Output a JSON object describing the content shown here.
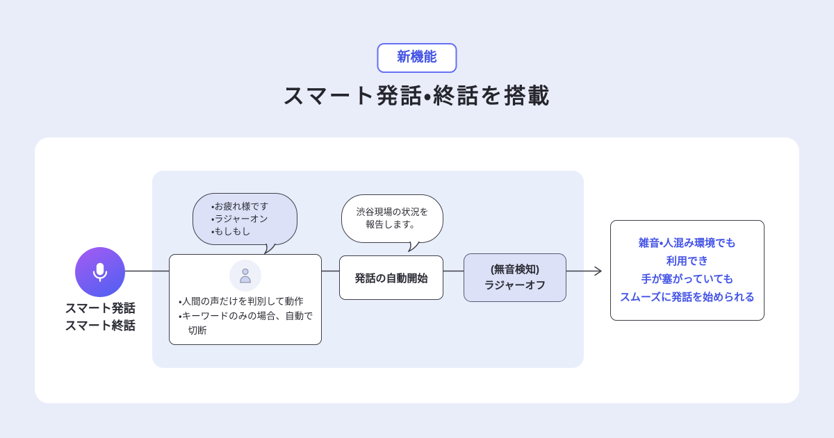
{
  "colors": {
    "page-bg": "#e9edf9",
    "card-bg": "#ffffff",
    "panel-bg": "#e9eefb",
    "outline": "#3f4049",
    "accent-blue": "#4353e6",
    "badge-border": "#6470f4",
    "lavender-fill": "#dce1f7",
    "mic-gradient-start": "#9d5cf3",
    "mic-gradient-end": "#5a5ff2",
    "title-color": "#25252d"
  },
  "header": {
    "badge": "新機能",
    "title": "スマート発話・終話を搭載"
  },
  "diagram": {
    "source": {
      "icon": "microphone-icon",
      "label_line1": "スマート発話",
      "label_line2": "スマート終話"
    },
    "bubble_keywords": {
      "lines": [
        "・お疲れ様です",
        "・ラジャーオン",
        "・もしもし"
      ]
    },
    "bubble_report": {
      "lines": [
        "渋谷現場の状況を",
        "報告します。"
      ]
    },
    "detection_box": {
      "icon": "person-icon",
      "bullets": [
        "・人間の声だけを判別して動作",
        "・キーワードのみの場合、自動で切断"
      ]
    },
    "auto_start_box": {
      "label": "発話の自動開始"
    },
    "silence_box": {
      "lines": [
        "(無音検知)",
        "ラジャーオフ"
      ]
    },
    "benefit_box": {
      "lines": [
        "雑音・人混み環境でも",
        "利用でき",
        "手が塞がっていても",
        "スムーズに発話を始められる"
      ]
    }
  }
}
